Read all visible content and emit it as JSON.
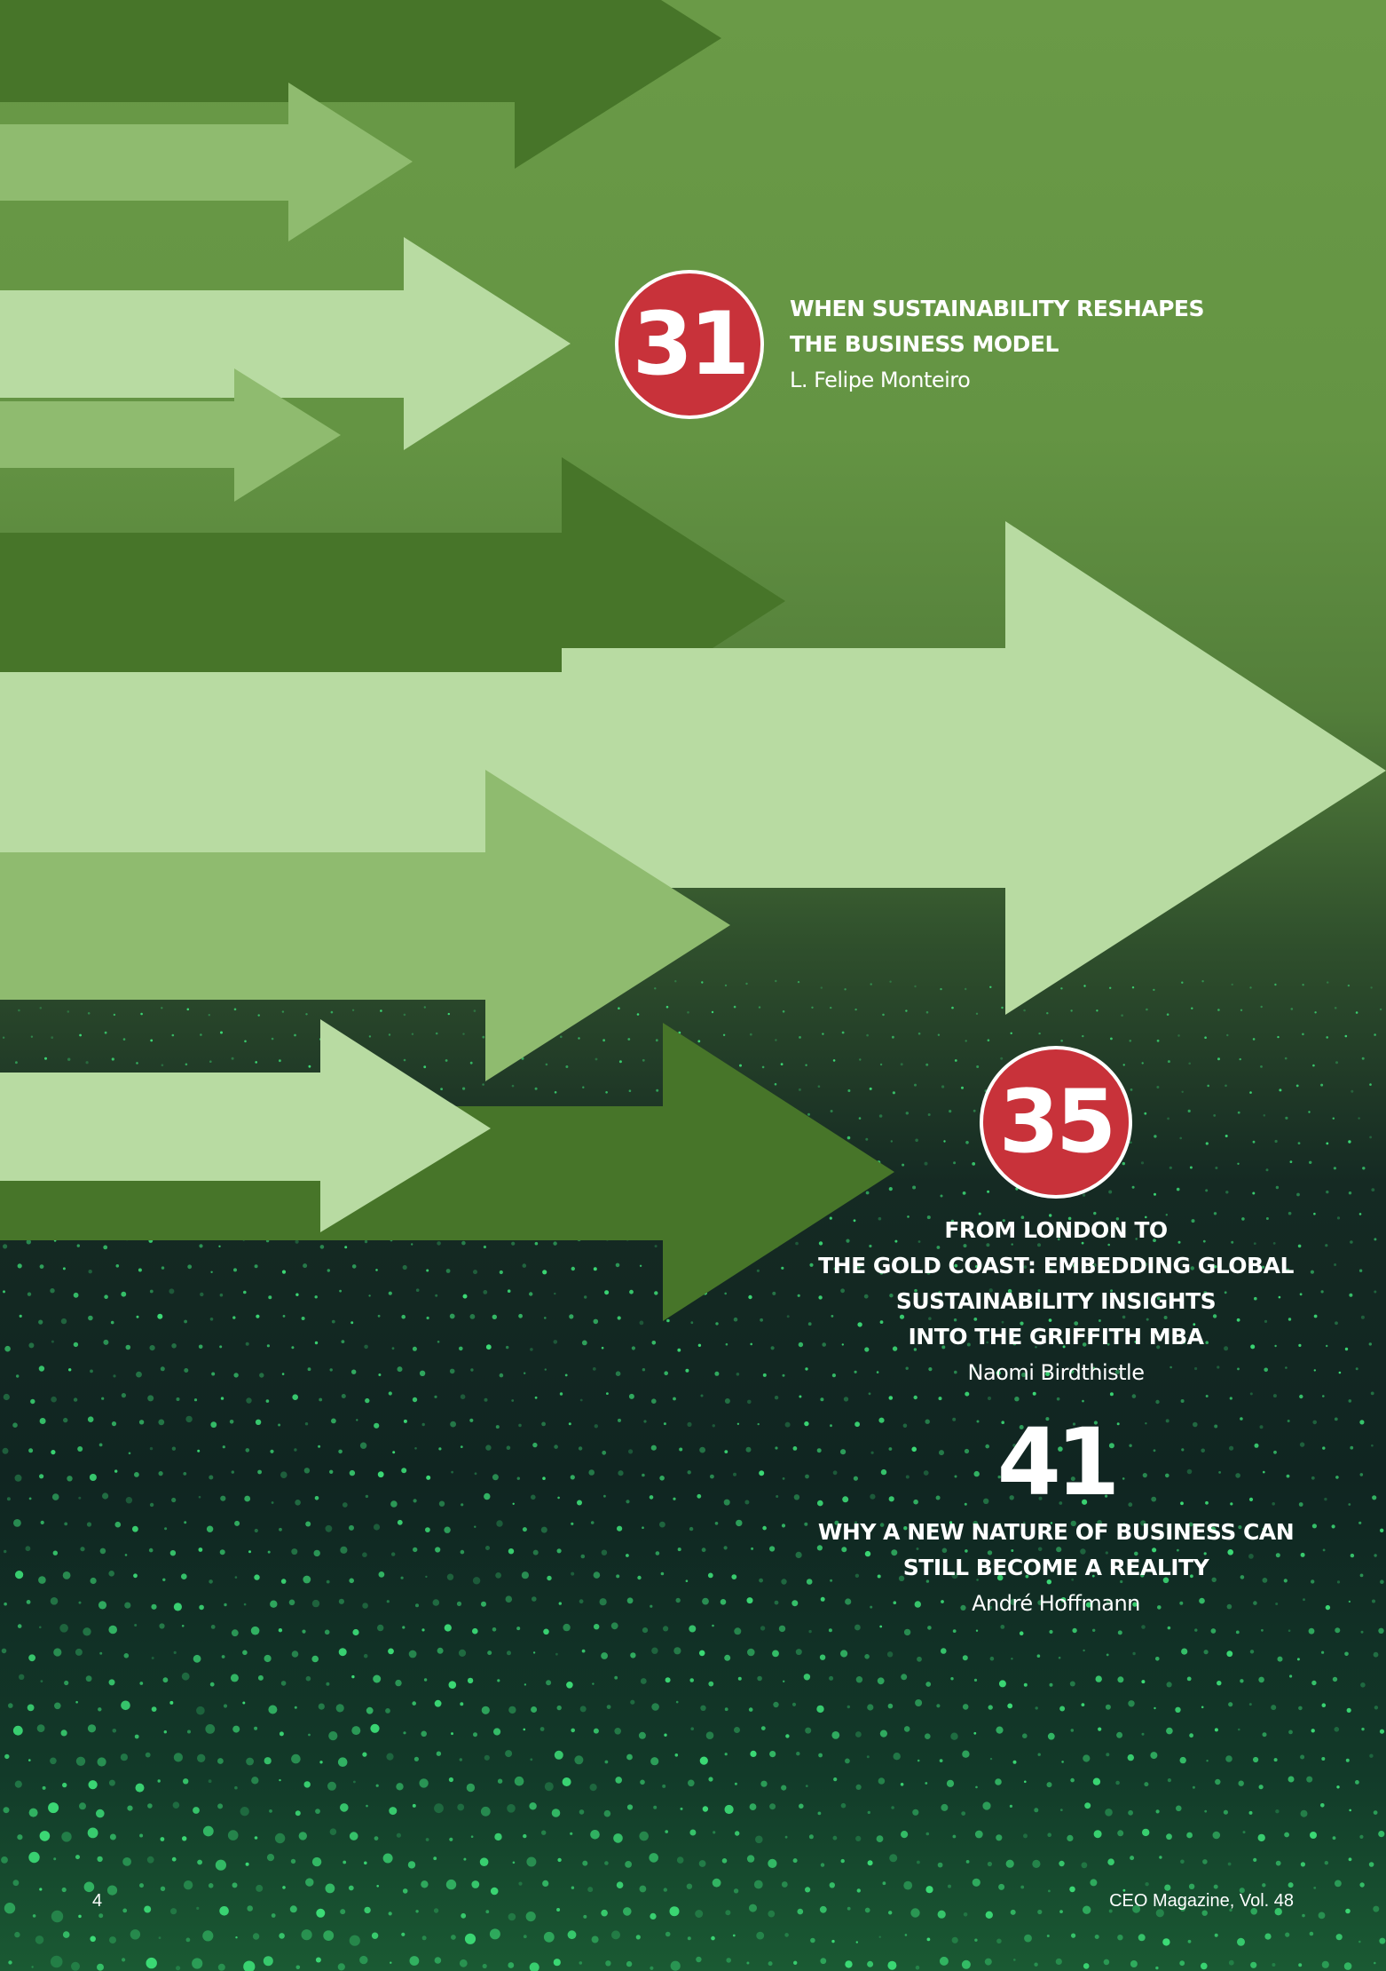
{
  "colors": {
    "badge": "#c8323a",
    "arrow_dark": "#477529",
    "arrow_mid": "#8fbb6f",
    "arrow_light": "#b8dba2",
    "dots": "#3ee37a"
  },
  "entries": [
    {
      "number": "31",
      "title_lines": [
        "WHEN SUSTAINABILITY RESHAPES",
        "THE BUSINESS MODEL"
      ],
      "author": "L. Felipe Monteiro"
    },
    {
      "number": "35",
      "title_lines": [
        "FROM LONDON TO",
        "THE GOLD COAST: EMBEDDING GLOBAL",
        "SUSTAINABILITY INSIGHTS",
        "INTO THE GRIFFITH MBA"
      ],
      "author": "Naomi Birdthistle"
    },
    {
      "number": "41",
      "title_lines": [
        "WHY A NEW NATURE OF BUSINESS CAN",
        "STILL BECOME A REALITY"
      ],
      "author": "André Hoffmann"
    }
  ],
  "footer": {
    "page_number": "4",
    "publication": "CEO Magazine, Vol. 48"
  }
}
